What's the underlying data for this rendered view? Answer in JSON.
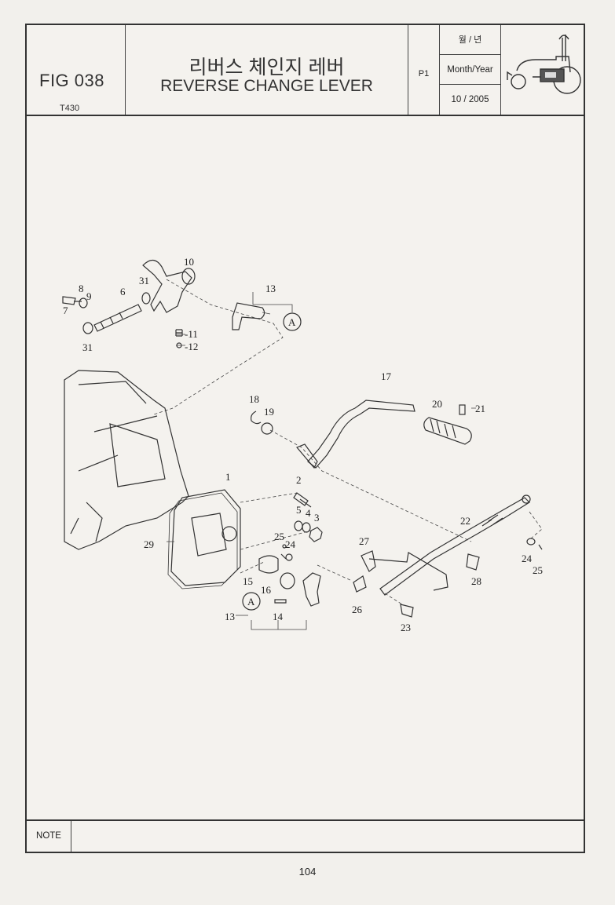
{
  "header": {
    "fig_number": "FIG 038",
    "model": "T430",
    "title_korean": "리버스 체인지 레버",
    "title_english": "REVERSE CHANGE LEVER",
    "page_code": "P1",
    "date_label_korean": "월 / 년",
    "date_label_english": "Month/Year",
    "date_value": "10 / 2005"
  },
  "callouts": [
    "1",
    "2",
    "3",
    "4",
    "5",
    "6",
    "7",
    "8",
    "9",
    "10",
    "-11",
    "-12",
    "13",
    "A",
    "14",
    "15",
    "16",
    "17",
    "18",
    "19",
    "20",
    "21",
    "22",
    "23",
    "24",
    "25",
    "26",
    "27",
    "28",
    "29",
    "31"
  ],
  "note": {
    "label": "NOTE",
    "text": ""
  },
  "footer": {
    "page_number": "104"
  },
  "icons": {
    "logo": "tractor-icon"
  }
}
